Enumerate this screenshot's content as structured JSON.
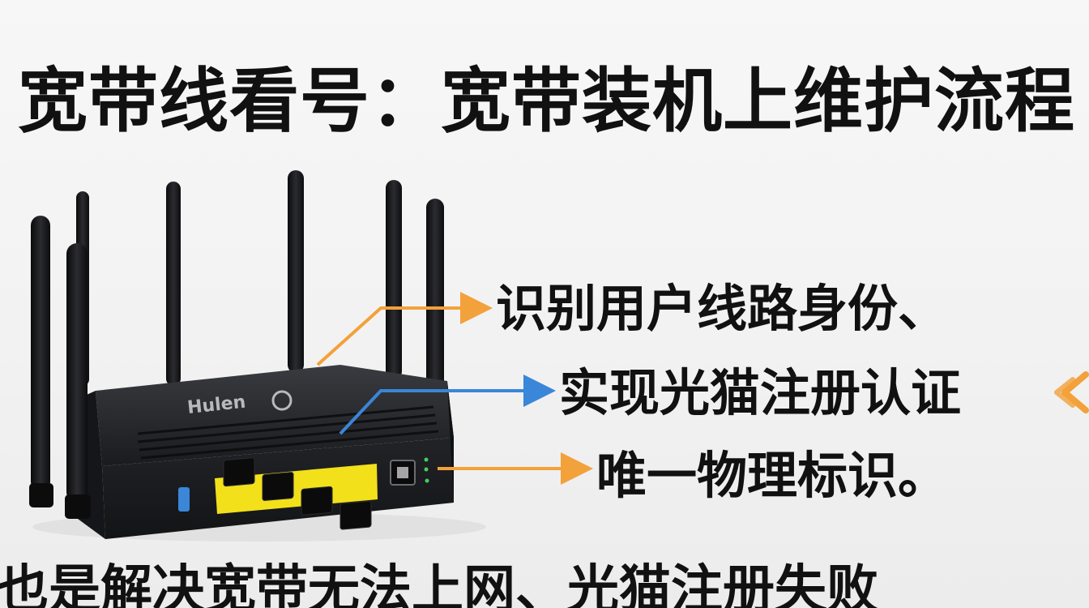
{
  "title": "宽带线看号：宽带装机上维护流程",
  "callouts": [
    "识别用户线路身份、",
    "实现光猫注册认证",
    "唯一物理标识。"
  ],
  "bottom_text": "也是解决宽带无法上网、光猫注册失败",
  "device": {
    "brand_label": "Hulen"
  },
  "colors": {
    "arrow_orange": "#f3a13a",
    "arrow_blue": "#3a86d8",
    "port_yellow": "#f2e01b",
    "router_body": "#1c1d20"
  }
}
